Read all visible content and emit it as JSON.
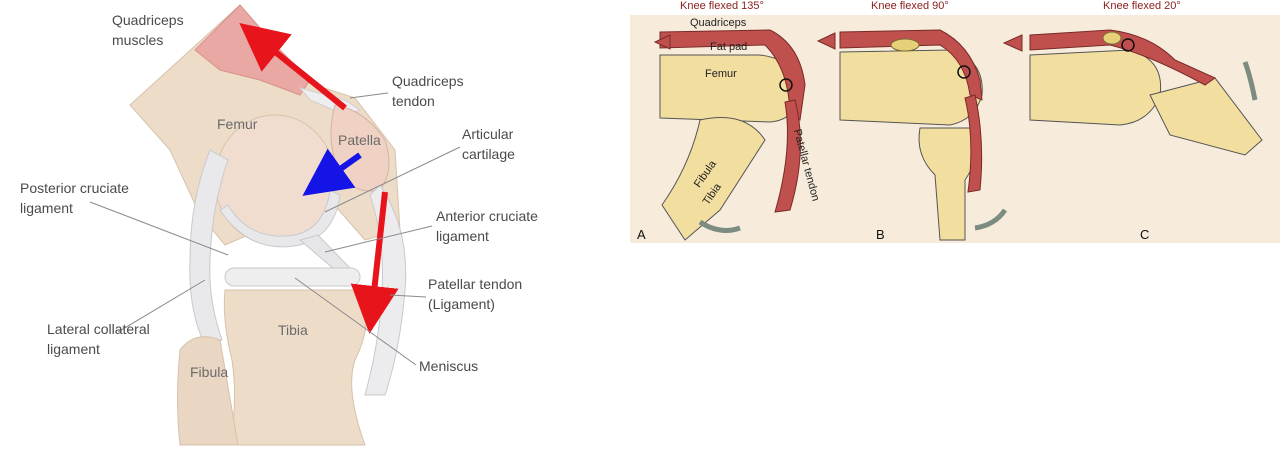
{
  "left_diagram": {
    "labels": {
      "quadriceps_muscles": [
        "Quadriceps",
        "muscles"
      ],
      "quadriceps_tendon": [
        "Quadriceps",
        "tendon"
      ],
      "femur": "Femur",
      "patella": "Patella",
      "articular_cartilage": [
        "Articular",
        "cartilage"
      ],
      "posterior_cruciate": [
        "Posterior cruciate",
        "ligament"
      ],
      "anterior_cruciate": [
        "Anterior cruciate",
        "ligament"
      ],
      "patellar_tendon": [
        "Patellar tendon",
        "(Ligament)"
      ],
      "lateral_collateral": [
        "Lateral collateral",
        "ligament"
      ],
      "tibia": "Tibia",
      "fibula": "Fibula",
      "meniscus": "Meniscus"
    },
    "arrow_colors": {
      "red": "#e8141c",
      "blue": "#1414e6"
    }
  },
  "right_diagram": {
    "background": "#f7ecdc",
    "panels": [
      {
        "letter": "A",
        "title": "Knee flexed 135°",
        "labels": {
          "quadriceps": "Quadriceps",
          "fat_pad": "Fat pad",
          "femur": "Femur",
          "fibula": "Fibula",
          "tibia": "Tibia",
          "patellar_tendon": "Patellar tendon"
        }
      },
      {
        "letter": "B",
        "title": "Knee flexed 90°"
      },
      {
        "letter": "C",
        "title": "Knee flexed 20°"
      }
    ]
  }
}
